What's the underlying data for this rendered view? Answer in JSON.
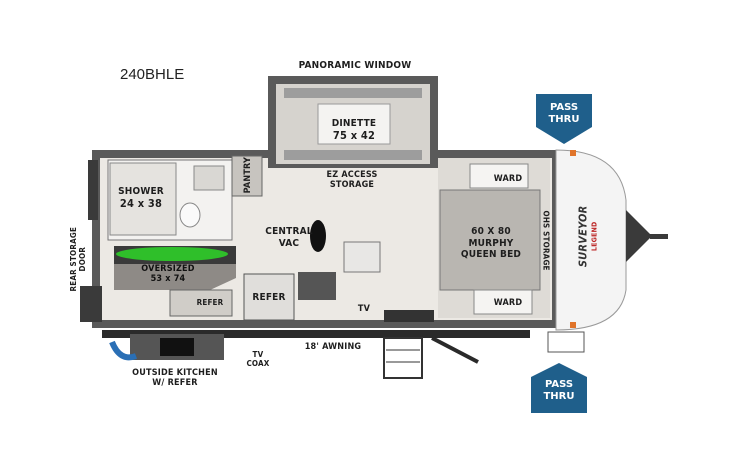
{
  "model": "240BHLE",
  "pass_thru_top": {
    "line1": "PASS",
    "line2": "THRU"
  },
  "pass_thru_bottom": {
    "line1": "PASS",
    "line2": "THRU"
  },
  "labels": {
    "panoramic_window": "PANORAMIC WINDOW",
    "dinette_1": "DINETTE",
    "dinette_2": "75 x 42",
    "pantry": "PANTRY",
    "ez_access_1": "EZ ACCESS",
    "ez_access_2": "STORAGE",
    "ward_top": "WARD",
    "ward_bottom": "WARD",
    "shower_1": "SHOWER",
    "shower_2": "24 x 38",
    "central_vac_1": "CENTRAL",
    "central_vac_2": "VAC",
    "bed_1": "60 X 80",
    "bed_2": "MURPHY",
    "bed_3": "QUEEN BED",
    "ohs_storage": "OHS STORAGE",
    "rear_storage_1": "REAR STORAGE",
    "rear_storage_2": "DOOR",
    "oversized_1": "OVERSIZED",
    "oversized_2": "53 x 74",
    "refer_small": "REFER",
    "refer_main": "REFER",
    "tv": "TV",
    "tv_coax_1": "TV",
    "tv_coax_2": "COAX",
    "awning": "18' AWNING",
    "outside_kitchen_1": "OUTSIDE KITCHEN",
    "outside_kitchen_2": "W/ REFER",
    "brand_1": "SURVEYOR",
    "brand_2": "LEGEND"
  },
  "colors": {
    "pass_thru_blue": "#1f5f8b",
    "kayak_green": "#2fbf2a",
    "wall_dark": "#5a5a5a",
    "floor": "#ece9e4"
  }
}
